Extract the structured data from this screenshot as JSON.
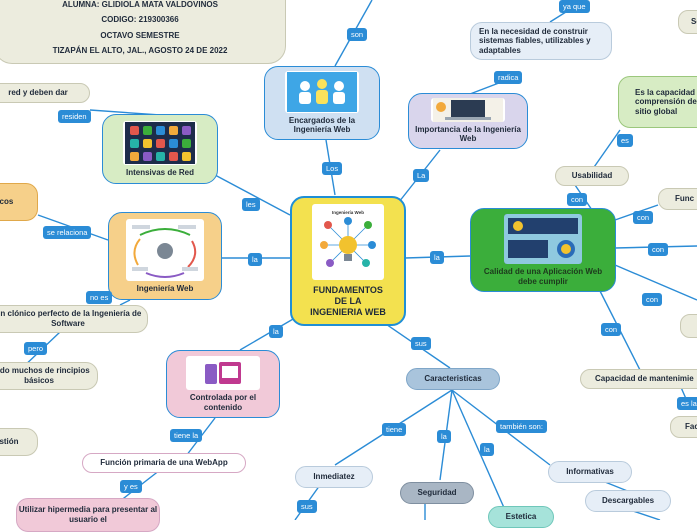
{
  "student": {
    "name": "ALUMNA: GLIDIOLA MATA VALDOVINOS",
    "code": "CODIGO: 219300366",
    "semester": "OCTAVO SEMESTRE",
    "place_date": "TIZAPÁN EL ALTO, JAL., AGOSTO 24 DE 2022"
  },
  "central": {
    "title": "FUNDAMENTOS DE LA INGENIERIA WEB",
    "image_caption": "Ingeniería Web"
  },
  "nodes": {
    "encargados": "Encargados de la Ingeniería Web",
    "importancia": "Importancia de la Ingeniería Web",
    "necesidad": "En la necesidad de construir sistemas fiables, utilizables y adaptables",
    "intensivas": "Intensivas de Red",
    "red_deben": "red y deben dar",
    "ficos": "ficos",
    "ingenieria_web": "Ingeniería Web",
    "clonico": "Un clónico perfecto de la Ingeniería de Software",
    "prestado": "stado muchos de rincipios básicos",
    "stion": "stión",
    "controlada": "Controlada por el contenido",
    "funcion_primaria": "Función primaria de una WebApp",
    "hipermedia": "Utilizar hipermedia para presentar al usuario el",
    "calidad": "Calidad de una Aplicación Web debe cumplir",
    "usabilidad": "Usabilidad",
    "capacidad_comp": "Es la capacidad de comprensión del sitio global",
    "func": "Func",
    "capacidad_mant": "Capacidad de mantenimie",
    "fac": "Fac",
    "caracteristicas": "Caracteristicas",
    "inmediatez": "Inmediatez",
    "seguridad": "Seguridad",
    "estetica": "Estetica",
    "informativas": "Informativas",
    "descargables": "Descargables",
    "se_right": "Se"
  },
  "links": {
    "son": "son",
    "ya_que": "ya que",
    "radica": "radica",
    "los": "Los",
    "la_imp": "La",
    "les": "les",
    "residen": "residen",
    "la_ing": "la",
    "se_relaciona": "se relaciona",
    "no_es": "no es",
    "pero": "pero",
    "la_ctrl": "la",
    "tiene_la": "tiene la",
    "y_es": "y es",
    "la_cal": "la",
    "es": "es",
    "con_usab": "con",
    "con_func": "con",
    "con_mid": "con",
    "con_low": "con",
    "con_mant": "con",
    "es_la": "es la",
    "sus": "sus",
    "tiene": "tiene",
    "la_seg": "la",
    "la_est": "la",
    "tambien_son": "también son:",
    "sus_inm": "sus"
  },
  "colors": {
    "line": "#2b8cd6",
    "label": "#2b8cd6",
    "central_fill": "#f3e14f",
    "central_border": "#1f8fd6",
    "calidad_fill": "#3bae3b"
  }
}
